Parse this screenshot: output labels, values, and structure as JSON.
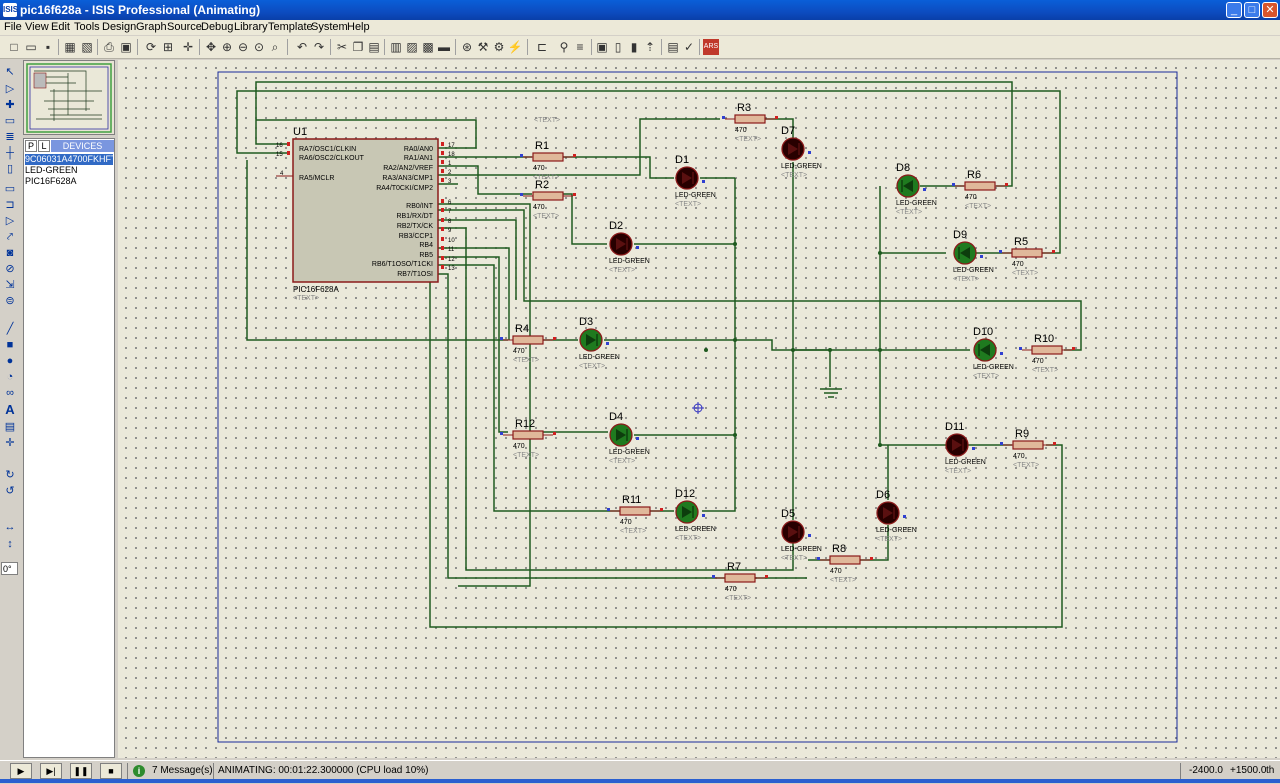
{
  "window": {
    "title": "pic16f628a - ISIS Professional (Animating)",
    "app_icon": "ISIS"
  },
  "menu": [
    "File",
    "View",
    "Edit",
    "Tools",
    "Design",
    "Graph",
    "Source",
    "Debug",
    "Library",
    "Template",
    "System",
    "Help"
  ],
  "panel": {
    "tab_p": "P",
    "tab_l": "L",
    "header": "DEVICES",
    "devices": [
      "9C06031A4700FKHFT",
      "LED-GREEN",
      "PIC16F628A"
    ]
  },
  "rotation": "0°",
  "schematic": {
    "chip": {
      "ref": "U1",
      "part": "PIC16F628A",
      "text_ph": "<TEXT>",
      "left_pins": [
        {
          "num": "16",
          "name": "RA7/OSC1/CLKIN"
        },
        {
          "num": "15",
          "name": "RA6/OSC2/CLKOUT"
        },
        {
          "num": "4",
          "name": "RA5/MCLR"
        }
      ],
      "right_pins": [
        {
          "num": "17",
          "name": "RA0/AN0"
        },
        {
          "num": "18",
          "name": "RA1/AN1"
        },
        {
          "num": "1",
          "name": "RA2/AN2/VREF"
        },
        {
          "num": "2",
          "name": "RA3/AN3/CMP1"
        },
        {
          "num": "3",
          "name": "RA4/T0CKI/CMP2"
        },
        {
          "num": "6",
          "name": "RB0/INT"
        },
        {
          "num": "7",
          "name": "RB1/RX/DT"
        },
        {
          "num": "8",
          "name": "RB2/TX/CK"
        },
        {
          "num": "9",
          "name": "RB3/CCP1"
        },
        {
          "num": "10",
          "name": "RB4"
        },
        {
          "num": "11",
          "name": "RB5"
        },
        {
          "num": "12",
          "name": "RB6/T1OSO/T1CKI"
        },
        {
          "num": "13",
          "name": "RB7/T1OSI"
        }
      ]
    },
    "resistors": [
      {
        "ref": "R1",
        "value": "470",
        "text": "<TEXT>"
      },
      {
        "ref": "R2",
        "value": "470",
        "text": "<TEXT>"
      },
      {
        "ref": "R3",
        "value": "470",
        "text": "<TEXT>"
      },
      {
        "ref": "R4",
        "value": "470",
        "text": "<TEXT>"
      },
      {
        "ref": "R5",
        "value": "470",
        "text": "<TEXT>"
      },
      {
        "ref": "R6",
        "value": "470",
        "text": "<TEXT>"
      },
      {
        "ref": "R7",
        "value": "470",
        "text": "<TEXT>"
      },
      {
        "ref": "R8",
        "value": "470",
        "text": "<TEXT>"
      },
      {
        "ref": "R9",
        "value": "470",
        "text": "<TEXT>"
      },
      {
        "ref": "R10",
        "value": "470",
        "text": "<TEXT>"
      },
      {
        "ref": "R11",
        "value": "470",
        "text": "<TEXT>"
      },
      {
        "ref": "R12",
        "value": "470",
        "text": "<TEXT>"
      }
    ],
    "leds": [
      {
        "ref": "D1",
        "type": "LED-GREEN",
        "text": "<TEXT>",
        "lit": false
      },
      {
        "ref": "D2",
        "type": "LED-GREEN",
        "text": "<TEXT>",
        "lit": false
      },
      {
        "ref": "D3",
        "type": "LED-GREEN",
        "text": "<TEXT>",
        "lit": true
      },
      {
        "ref": "D4",
        "type": "LED-GREEN",
        "text": "<TEXT>",
        "lit": true
      },
      {
        "ref": "D5",
        "type": "LED-GREEN",
        "text": "<TEXT>",
        "lit": false
      },
      {
        "ref": "D6",
        "type": "LED-GREEN",
        "text": "<TEXT>",
        "lit": false
      },
      {
        "ref": "D7",
        "type": "LED-GREEN",
        "text": "<TEXT>",
        "lit": false
      },
      {
        "ref": "D8",
        "type": "LED-GREEN",
        "text": "<TEXT>",
        "lit": true
      },
      {
        "ref": "D9",
        "type": "LED-GREEN",
        "text": "<TEXT>",
        "lit": true
      },
      {
        "ref": "D10",
        "type": "LED-GREEN",
        "text": "<TEXT>",
        "lit": true
      },
      {
        "ref": "D11",
        "type": "LED-GREEN",
        "text": "<TEXT>",
        "lit": false
      },
      {
        "ref": "D12",
        "type": "LED-GREEN",
        "text": "<TEXT>",
        "lit": true
      }
    ],
    "floating_text": "<TEXT>"
  },
  "status": {
    "messages": "7 Message(s)",
    "animating": "ANIMATING: 00:01:22.300000 (CPU load 10%)",
    "coord_x": "-2400.0",
    "coord_y": "+1500.0",
    "unit": "th"
  },
  "colors": {
    "wire": "#1f5a1f",
    "chip_fill": "#c8c7b4",
    "chip_border": "#8b1a1a",
    "led_on": "#1f7a1f",
    "led_off": "#280000"
  }
}
